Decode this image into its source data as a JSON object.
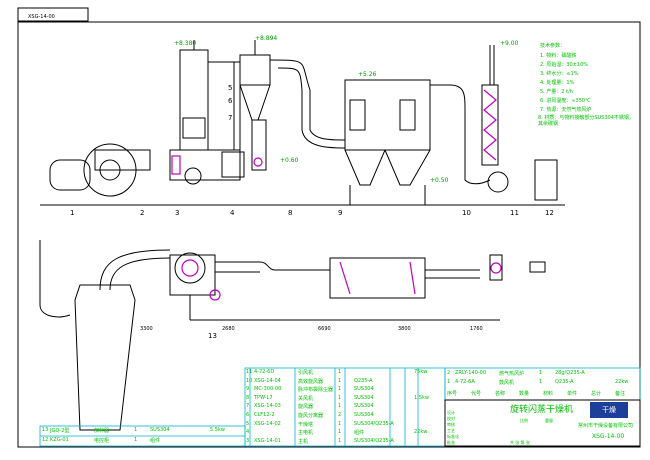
{
  "drawing_label": "XSG-14-00",
  "elevations": [
    "+8.380",
    "+8.894",
    "+5.26",
    "+9.00",
    "+0.60",
    "+0.50"
  ],
  "part_markers": [
    "1",
    "2",
    "3",
    "4",
    "5",
    "6",
    "7",
    "8",
    "9",
    "10",
    "11",
    "12",
    "13"
  ],
  "dimensions": [
    "3300",
    "2680",
    "6690",
    "3800",
    "1760"
  ],
  "notes": {
    "title": "技术参数：",
    "items": [
      "1. 物料：磷酸铁",
      "2. 原始湿：30±10%",
      "3. 终水分：≤1%",
      "4. 处理量：1%",
      "5. 产量：2 t/h",
      "6. 进风温度：≈350℃",
      "7. 热源：天然气热风炉",
      "8. 材质：与物料接触部分SUS304不锈钢，其余碳钢"
    ]
  },
  "parts_left": [
    {
      "no": "11",
      "code": "4-72-6D",
      "name": "引风机",
      "qty": "1",
      "material": "",
      "power": "75kw"
    },
    {
      "no": "10",
      "code": "XSG-14-04",
      "name": "高效旋风器",
      "qty": "1",
      "material": "Q235-A",
      "power": ""
    },
    {
      "no": "9",
      "code": "MC-300-00",
      "name": "脉冲布袋除尘器",
      "qty": "1",
      "material": "SUS304",
      "power": ""
    },
    {
      "no": "8",
      "code": "TPW-L7",
      "name": "关风机",
      "qty": "1",
      "material": "SUS304",
      "power": "1.5kw"
    },
    {
      "no": "7",
      "code": "XSG-14-03",
      "name": "旋风器",
      "qty": "1",
      "material": "SUS304",
      "power": ""
    },
    {
      "no": "6",
      "code": "CLF12-2",
      "name": "旋风分离器",
      "qty": "2",
      "material": "SUS304",
      "power": ""
    },
    {
      "no": "5",
      "code": "XSG-14-02",
      "name": "干燥塔",
      "qty": "1",
      "material": "SUS304/Q235-A",
      "power": ""
    },
    {
      "no": "4",
      "code": "",
      "name": "主电机",
      "qty": "1",
      "material": "组件",
      "power": "22kw"
    },
    {
      "no": "3",
      "code": "XSG-14-01",
      "name": "主机",
      "qty": "1",
      "material": "SUS304/Q235-A",
      "power": ""
    }
  ],
  "parts_far_left": [
    {
      "no": "13",
      "code": "JGQ-2型",
      "name": "加料器",
      "qty": "1",
      "material": "SUS304",
      "power": "5.5kw"
    },
    {
      "no": "12",
      "code": "KZG-01",
      "name": "电控柜",
      "qty": "1",
      "material": "组件",
      "power": ""
    }
  ],
  "parts_right": [
    {
      "no": "2",
      "code": "ZRLY-140-00",
      "name": "燃气热风炉",
      "qty": "1",
      "material": "28g/Q235-A",
      "power": ""
    },
    {
      "no": "1",
      "code": "4-72-6A",
      "name": "鼓风机",
      "qty": "1",
      "material": "Q235-A",
      "power": "22kw"
    }
  ],
  "table_headers": [
    "序号",
    "代号",
    "名称",
    "数量",
    "材料",
    "单件",
    "总计",
    "备注"
  ],
  "title_block": {
    "title": "旋转闪蒸干燥机",
    "company": "常州市干燥设备有限公司",
    "drawing_no": "XSG-14-00",
    "logo_text": "干燥",
    "sign_labels": [
      "设计",
      "校对",
      "审核",
      "工艺",
      "标准化",
      "批准"
    ],
    "scale_label": "比例",
    "weight_label": "重量",
    "sheet_label": "共 张 第 张"
  },
  "colors": {
    "line": "#000000",
    "table": "#00b4d8",
    "text": "#00c000",
    "highlight": "#c000c0"
  }
}
